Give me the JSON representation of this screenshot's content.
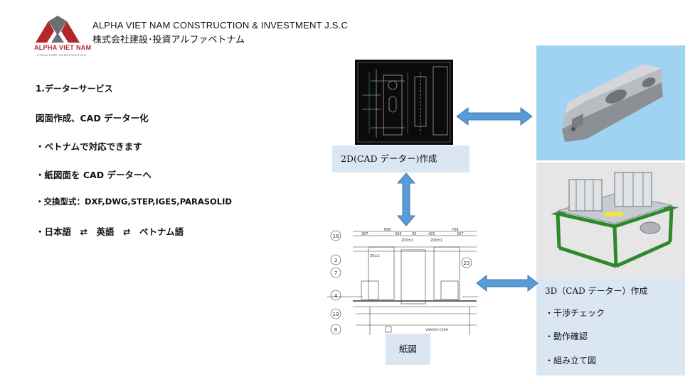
{
  "header": {
    "company_en": "ALPHA VIET NAM CONSTRUCTION & INVESTMENT J.S.C",
    "company_jp": "株式会社建設･投資アルファベトナム",
    "logo_text": "ALPHA VIET NAM",
    "logo_subtext": "STRUCTURE CONSTRUCTION"
  },
  "services": {
    "title": "1.データーサービス",
    "subtitle": "図面作成、CAD データー化",
    "items": [
      "・ベトナムで対応できます",
      "・紙図面を CAD データーへ",
      "・交換型式：DXF,DWG,STEP,IGES,PARASOLID",
      "・日本語　⇄　英語　⇄　ベトナム語"
    ]
  },
  "labels": {
    "cad_2d": "2D(CAD データー)作成",
    "paper": "紙図",
    "cad_3d_title": "3D（CAD データー）作成",
    "cad_3d_items": [
      "・干渉チェック",
      "・動作確認",
      "・組み立て図"
    ]
  },
  "drawing": {
    "dims": [
      "690",
      "708",
      "267",
      "425",
      "35",
      "425",
      "267",
      "200±1",
      "200±1",
      "35±1"
    ],
    "balloons": [
      "18",
      "3",
      "7",
      "4",
      "19",
      "8",
      "23"
    ],
    "part_no": "VBA20A-C00H"
  },
  "colors": {
    "arrow": "#5b9bd5",
    "arrow_stroke": "#3c78b4",
    "label_bg": "#dbe6f3",
    "logo_red": "#b3262a"
  }
}
